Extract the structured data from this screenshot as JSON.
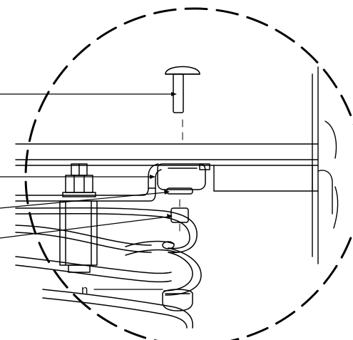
{
  "figure": {
    "kind": "technical-detail-drawing",
    "stroke_color": "#000000",
    "background_color": "#ffffff",
    "detail_boundary": "dashed-circle",
    "parts": [
      "carriage-bolt",
      "frame-plate",
      "mounting-bracket",
      "rubber-bumper",
      "hex-nut",
      "spring-pad",
      "coil-spring",
      "lower-bumper"
    ]
  },
  "callouts": [
    {
      "id": "callout-1",
      "label": ""
    },
    {
      "id": "callout-2",
      "label": ""
    },
    {
      "id": "callout-3",
      "label": ""
    },
    {
      "id": "callout-4",
      "label": ""
    },
    {
      "id": "callout-5",
      "label": "n"
    }
  ]
}
